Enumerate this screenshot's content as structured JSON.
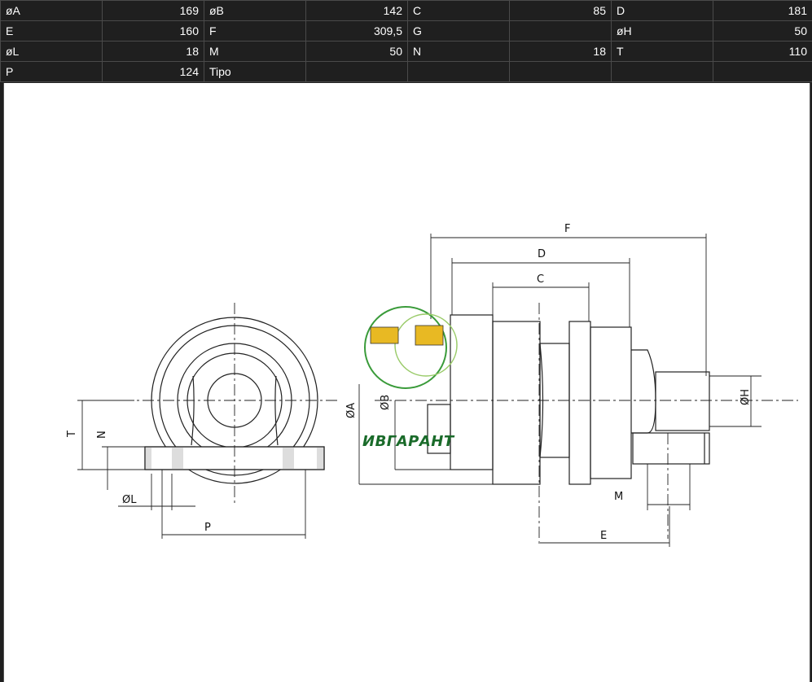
{
  "spec_table": {
    "rows": [
      [
        {
          "label": "øA",
          "value": "169"
        },
        {
          "label": "øB",
          "value": "142"
        },
        {
          "label": "C",
          "value": "85"
        },
        {
          "label": "D",
          "value": "181"
        }
      ],
      [
        {
          "label": "E",
          "value": "160"
        },
        {
          "label": "F",
          "value": "309,5"
        },
        {
          "label": "G",
          "value": ""
        },
        {
          "label": "øH",
          "value": "50"
        }
      ],
      [
        {
          "label": "øL",
          "value": "18"
        },
        {
          "label": "M",
          "value": "50"
        },
        {
          "label": "N",
          "value": "18"
        },
        {
          "label": "T",
          "value": "110"
        }
      ],
      [
        {
          "label": "P",
          "value": "124"
        },
        {
          "label": "Tipo",
          "value": ""
        },
        {
          "label": "",
          "value": ""
        },
        {
          "label": "",
          "value": ""
        }
      ]
    ]
  },
  "drawing": {
    "labels": {
      "F": "F",
      "D": "D",
      "C": "C",
      "A": "ØA",
      "B": "ØB",
      "H": "ØH",
      "M": "M",
      "E": "E",
      "T": "T",
      "N": "N",
      "L": "ØL",
      "P": "P"
    },
    "logo_text": "ИВГАРАНТ"
  }
}
